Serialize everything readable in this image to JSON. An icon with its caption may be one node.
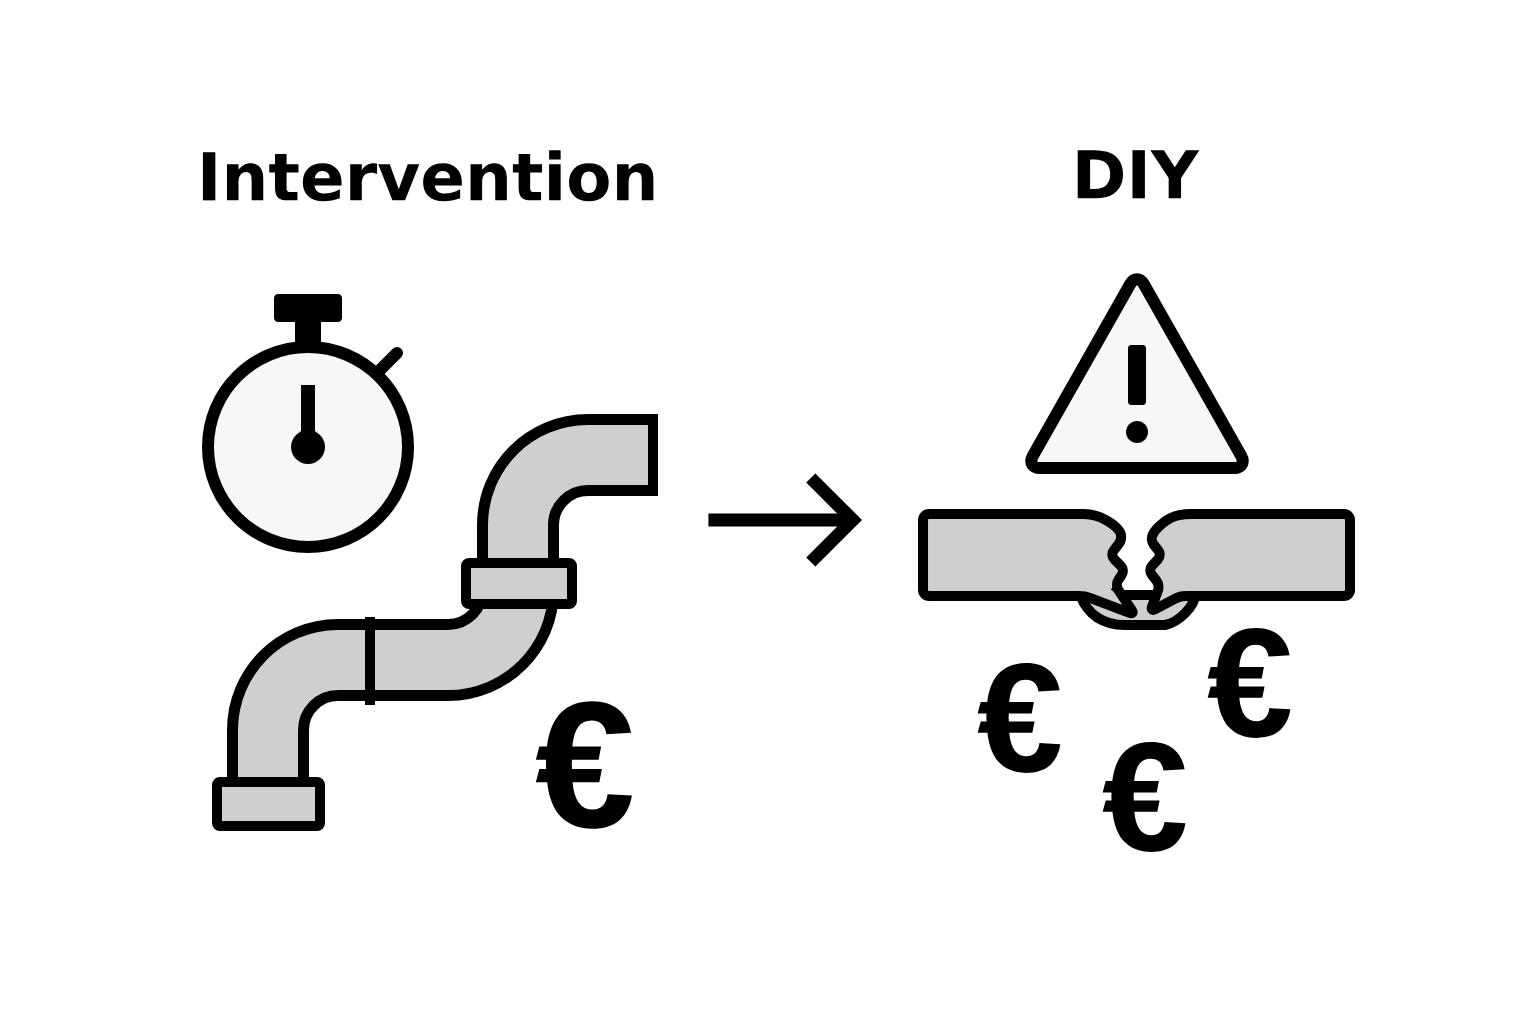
{
  "diagram": {
    "nodes": [
      {
        "text": [
          "Intervention"
        ]
      },
      {
        "text": [
          "DIY"
        ]
      }
    ],
    "edges": [
      {
        "from": 0,
        "to": 1,
        "arrow": "to"
      }
    ],
    "labels": [
      "€",
      "€",
      "€",
      "€"
    ]
  }
}
